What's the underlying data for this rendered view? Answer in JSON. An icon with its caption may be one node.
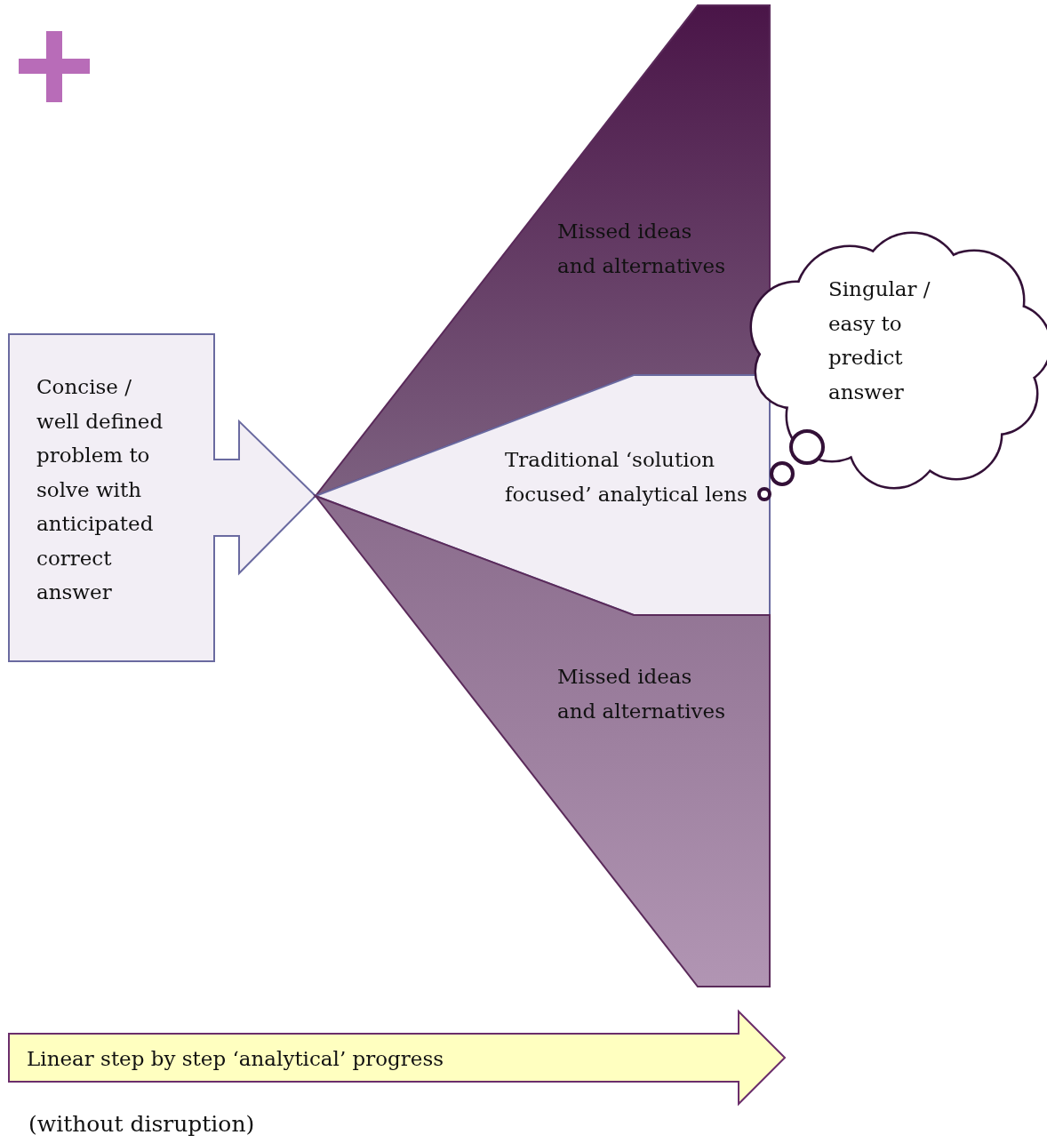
{
  "diagram": {
    "nodes": [
      {
        "text": [
          "Concise / well defined problem to solve with anticipated correct answer"
        ]
      },
      {
        "text": [
          "Missed ideas and alternatives"
        ]
      },
      {
        "text": [
          "Traditional ‘solution focused’ analytical lens"
        ]
      },
      {
        "text": [
          "Missed ideas and alternatives"
        ]
      },
      {
        "text": [
          "Singular / easy to predict answer"
        ]
      },
      {
        "text": [
          "Linear step by step ‘analytical’ progress"
        ],
        "beside": [
          "(without disruption)"
        ]
      }
    ]
  }
}
